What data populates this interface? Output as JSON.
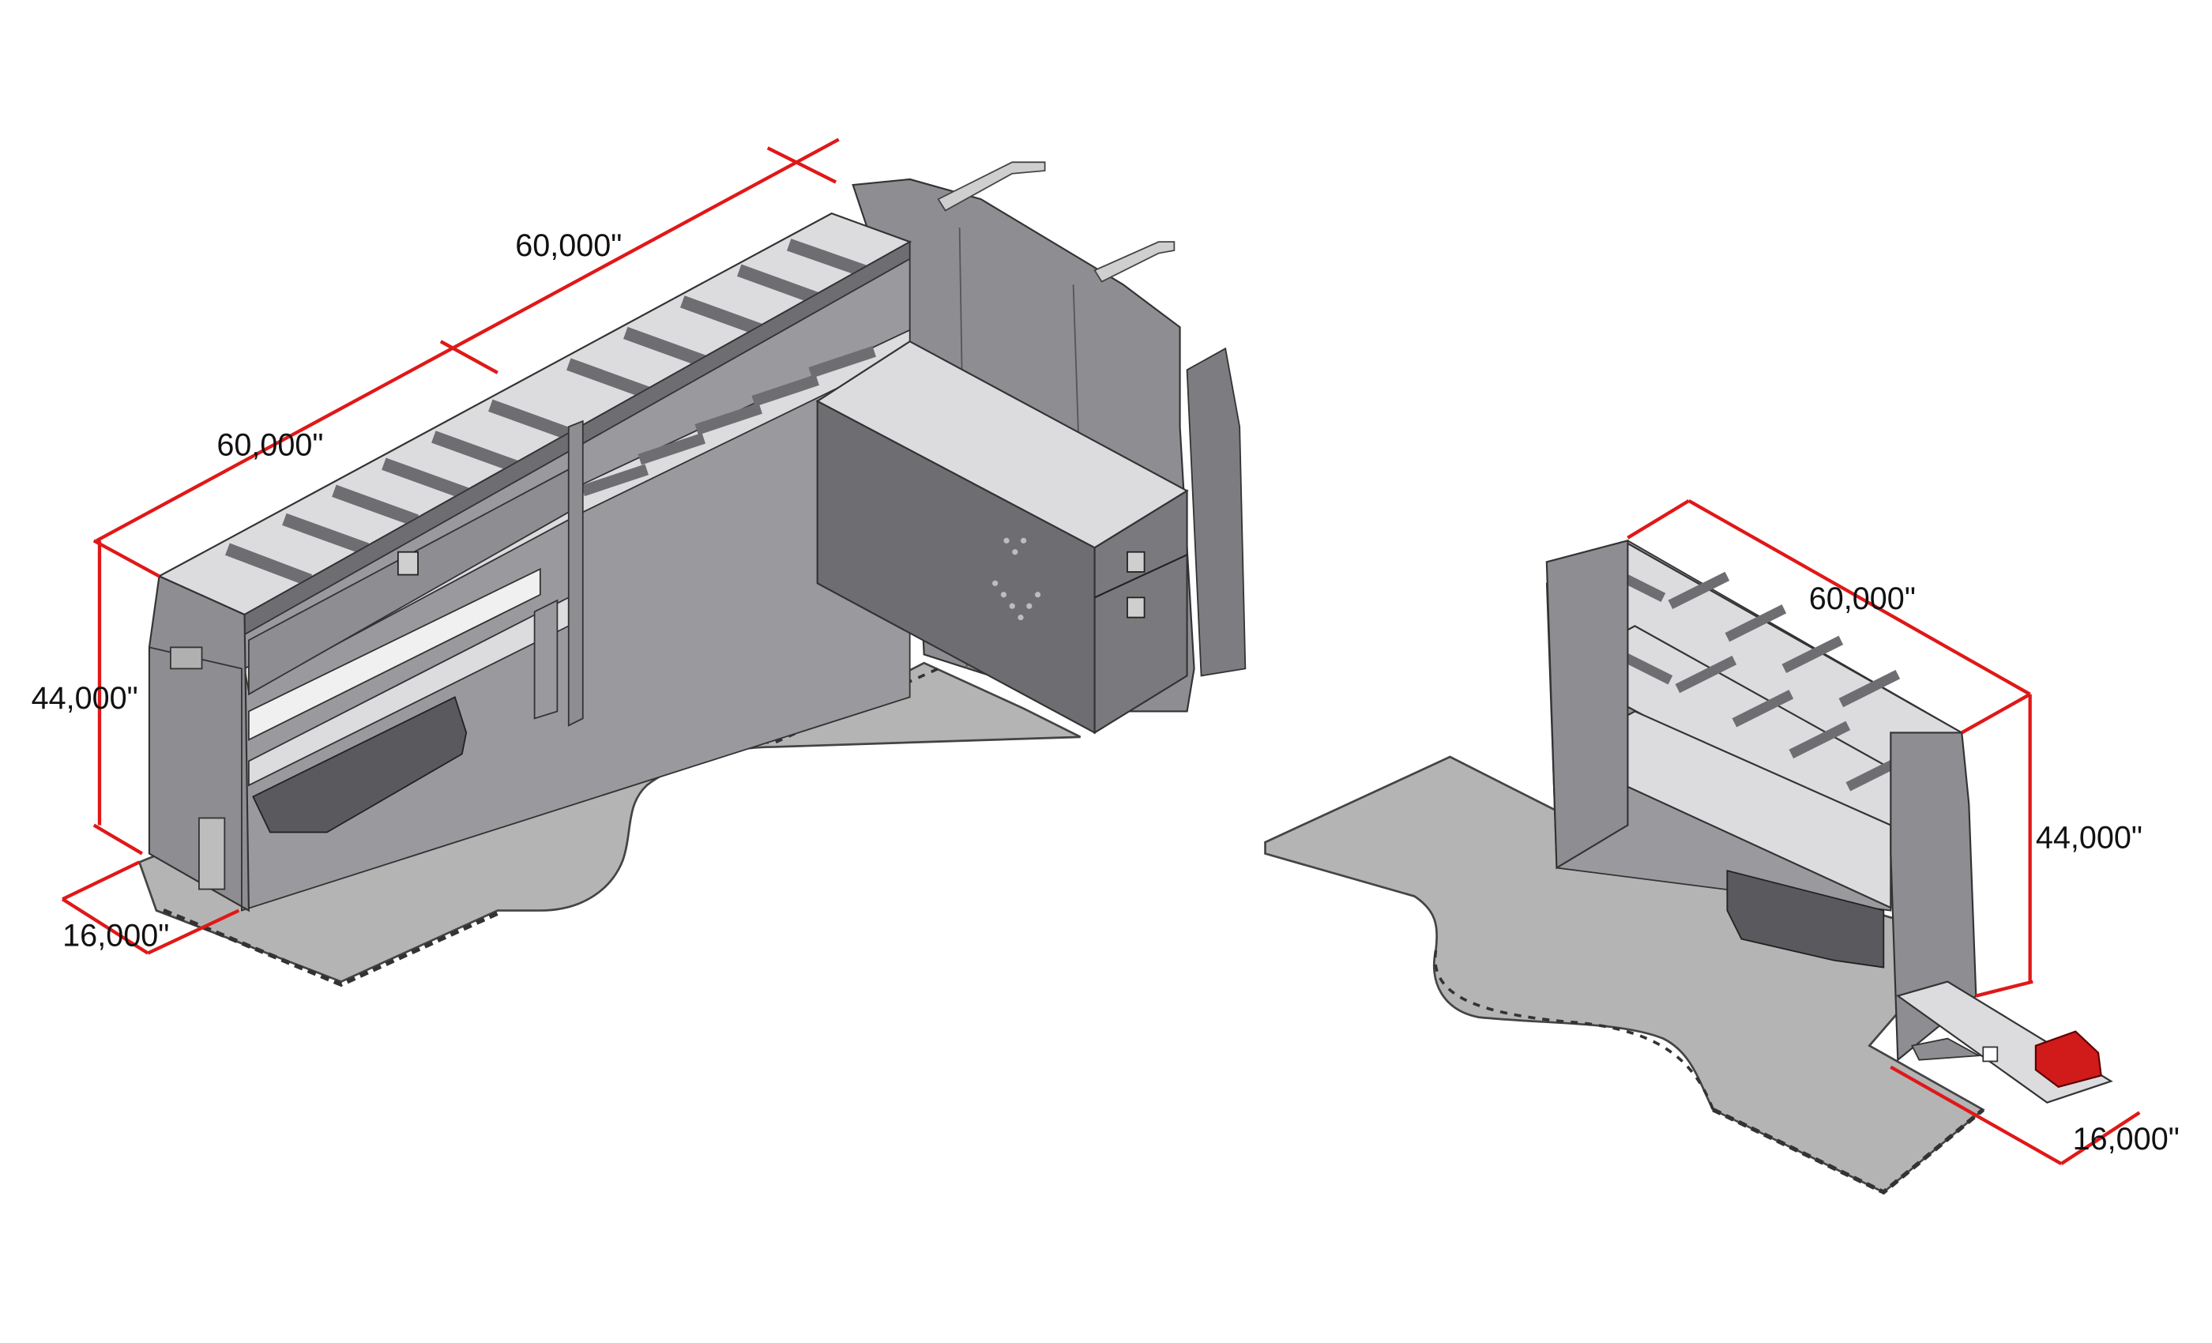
{
  "colors": {
    "floor": "#b4b4b4",
    "floor_edge": "#444444",
    "panel_dark": "#6e6e72",
    "panel_mid": "#8e8e92",
    "shelf_light": "#dcdcde",
    "bracket": "#cfcfcf",
    "dimension": "#e01818",
    "vise": "#d11a1a"
  },
  "left_assembly": {
    "dims": {
      "length_front": "60,000\"",
      "length_back": "60,000\"",
      "height": "44,000\"",
      "depth": "16,000\""
    }
  },
  "right_assembly": {
    "dims": {
      "length": "60,000\"",
      "height": "44,000\"",
      "depth": "16,000\""
    }
  }
}
